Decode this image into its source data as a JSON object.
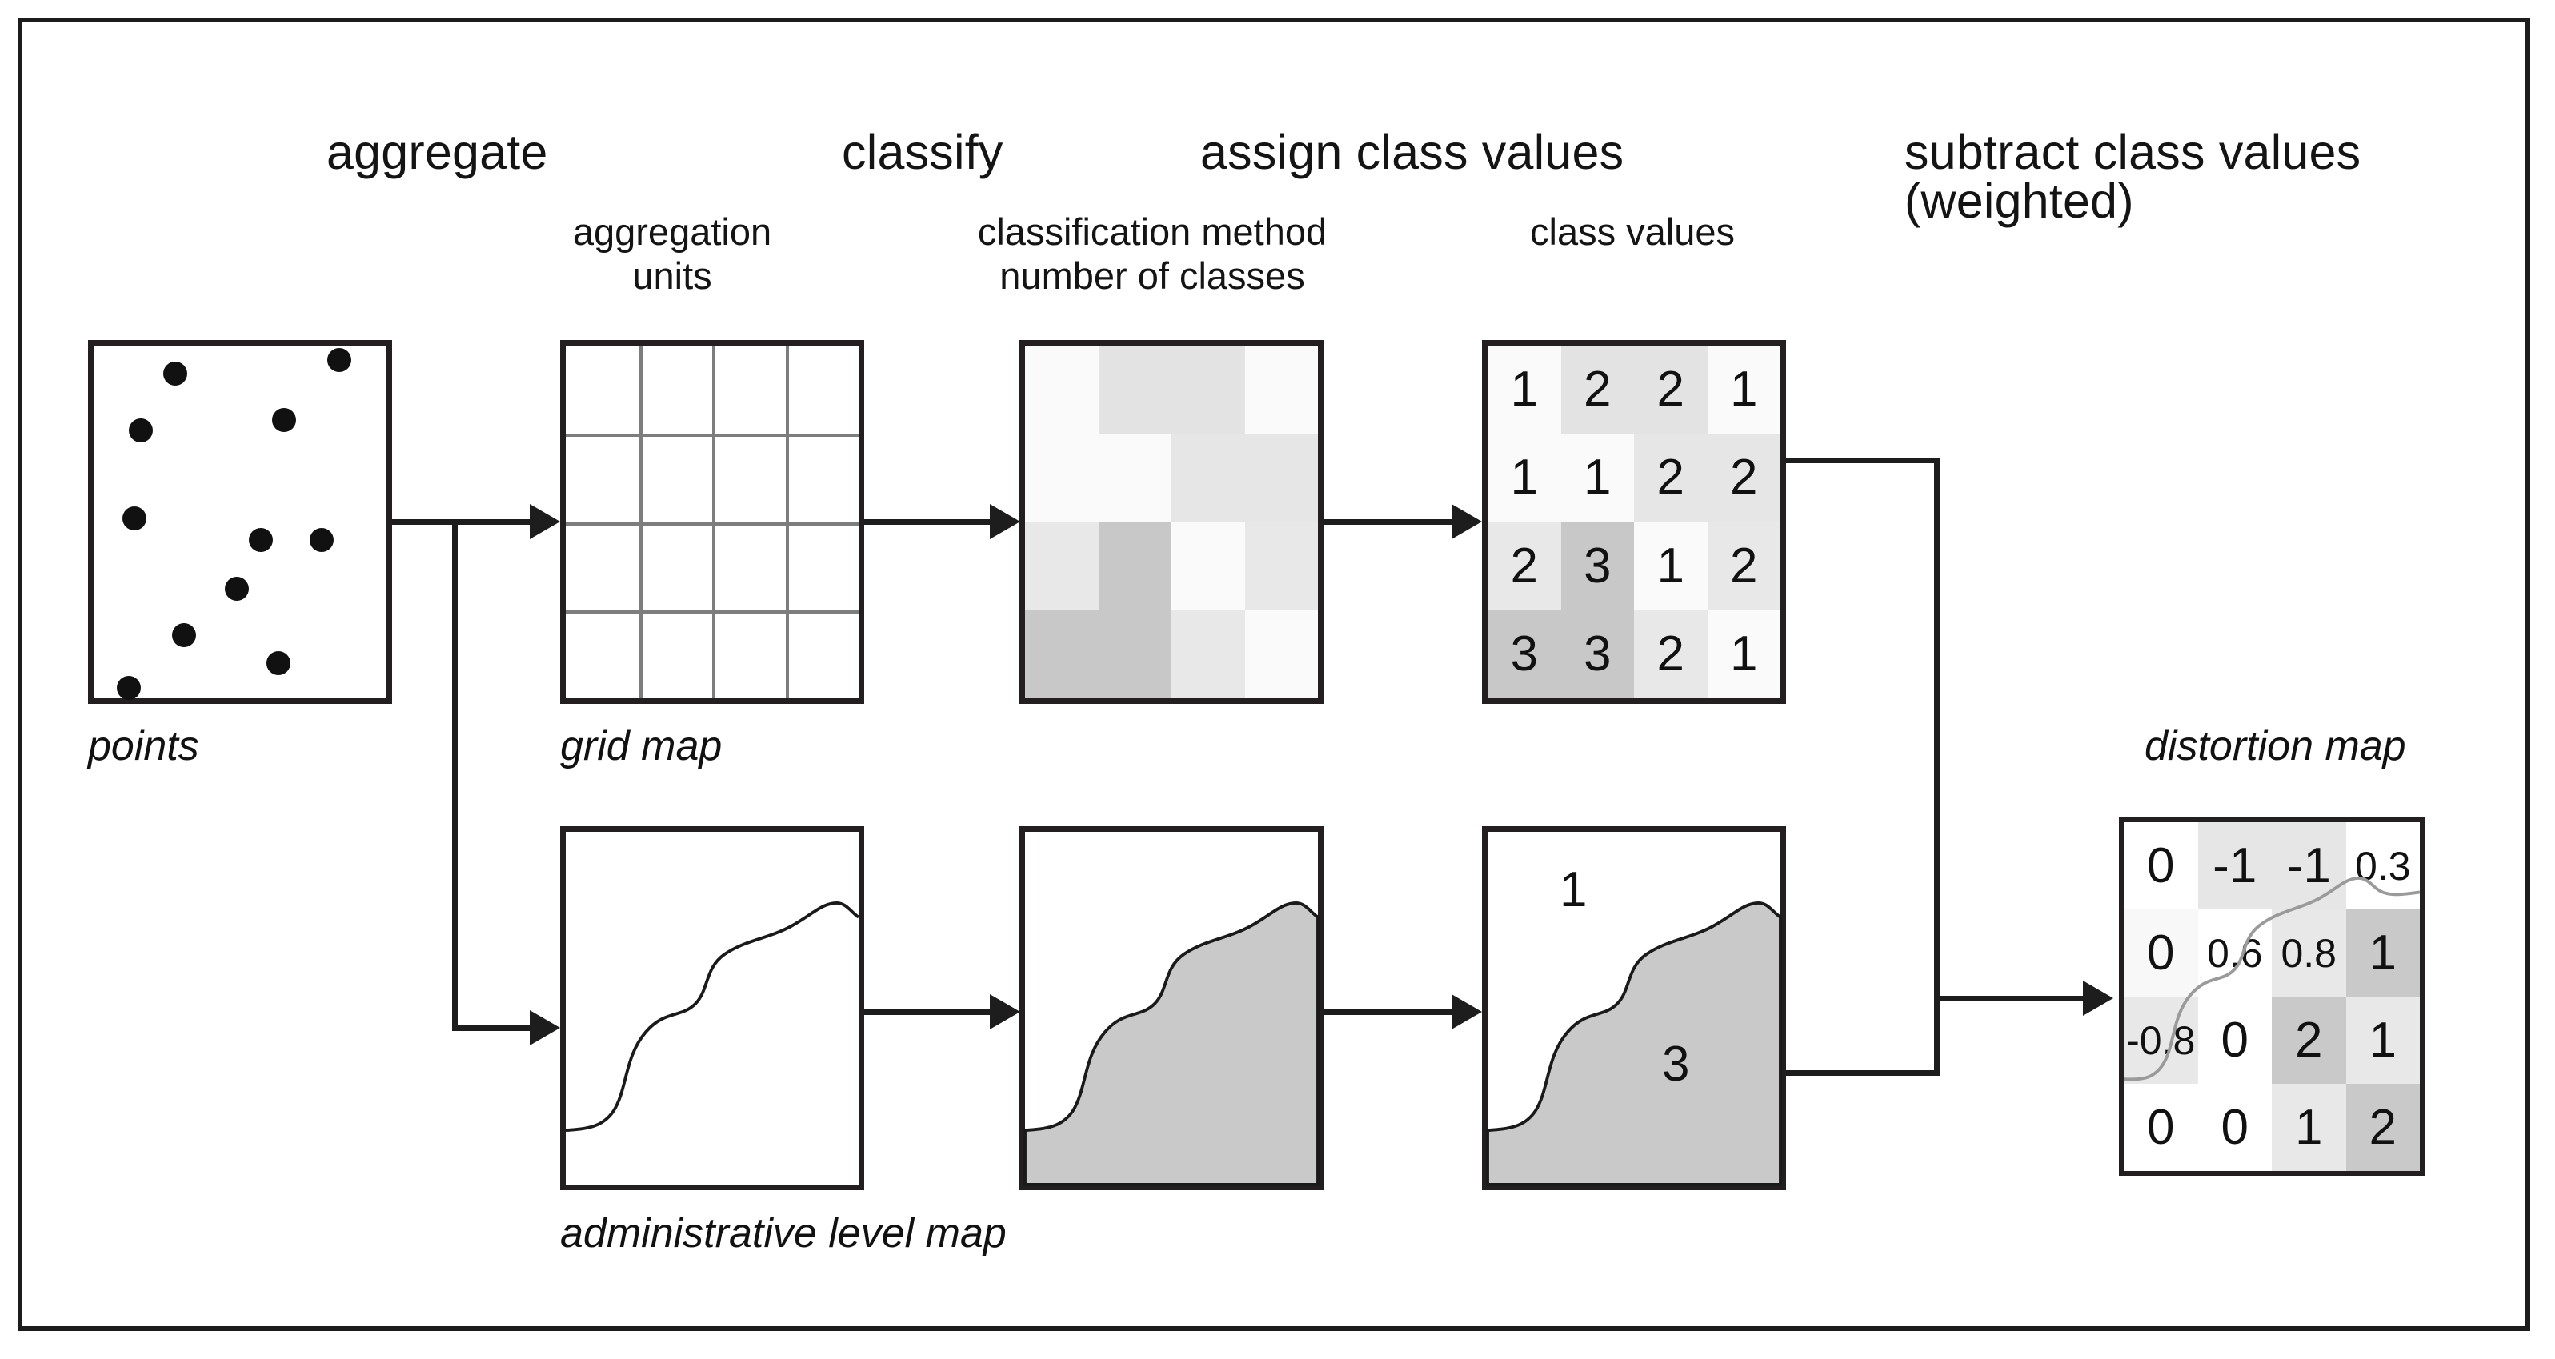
{
  "diagram": {
    "title": "distortion map workflow",
    "phases": [
      {
        "label": "aggregate"
      },
      {
        "label": "classify"
      },
      {
        "label": "assign class values"
      },
      {
        "label": "subtract class values\n(weighted)"
      }
    ],
    "subtitles": [
      {
        "label": "aggregation\nunits"
      },
      {
        "label": "classification method\nnumber of classes"
      },
      {
        "label": "class values"
      }
    ],
    "captions": {
      "points": "points",
      "grid_map": "grid map",
      "admin_map": "administrative level map",
      "distortion_map": "distortion map"
    },
    "points": {
      "count": 10,
      "coords": [
        [
          0.28,
          0.08
        ],
        [
          0.84,
          0.04
        ],
        [
          0.16,
          0.24
        ],
        [
          0.65,
          0.21
        ],
        [
          0.14,
          0.49
        ],
        [
          0.57,
          0.55
        ],
        [
          0.78,
          0.55
        ],
        [
          0.49,
          0.69
        ],
        [
          0.31,
          0.82
        ],
        [
          0.63,
          0.9
        ],
        [
          0.12,
          0.97
        ]
      ]
    },
    "grid": {
      "rows": 4,
      "cols": 4
    },
    "class_values": {
      "rows": [
        [
          "1",
          "2",
          "2",
          "1"
        ],
        [
          "1",
          "1",
          "2",
          "2"
        ],
        [
          "2",
          "3",
          "1",
          "2"
        ],
        [
          "3",
          "3",
          "2",
          "1"
        ]
      ],
      "shades": [
        [
          "#fafafa",
          "#e3e3e3",
          "#e3e3e3",
          "#fafafa"
        ],
        [
          "#fafafa",
          "#fafafa",
          "#e6e6e6",
          "#e6e6e6"
        ],
        [
          "#e8e8e8",
          "#c8c8c8",
          "#fafafa",
          "#e8e8e8"
        ],
        [
          "#c8c8c8",
          "#c8c8c8",
          "#e8e8e8",
          "#fafafa"
        ]
      ]
    },
    "classified_raster": {
      "shades": [
        [
          "#fafafa",
          "#e3e3e3",
          "#e3e3e3",
          "#fafafa"
        ],
        [
          "#fafafa",
          "#fafafa",
          "#e6e6e6",
          "#e6e6e6"
        ],
        [
          "#e8e8e8",
          "#c8c8c8",
          "#fafafa",
          "#e8e8e8"
        ],
        [
          "#c8c8c8",
          "#c8c8c8",
          "#e8e8e8",
          "#fafafa"
        ]
      ]
    },
    "admin_levels": {
      "upper_region_value": "1",
      "lower_region_value": "3",
      "fill": "#c9c9c9"
    },
    "distortion_map": {
      "rows": [
        [
          "0",
          "-1",
          "-1",
          "0.3"
        ],
        [
          "0",
          "0.6",
          "0.8",
          "1"
        ],
        [
          "-0.8",
          "0",
          "2",
          "1"
        ],
        [
          "0",
          "0",
          "1",
          "2"
        ]
      ],
      "small_cells": [
        [
          0,
          3
        ],
        [
          1,
          1
        ],
        [
          1,
          2
        ],
        [
          2,
          0
        ]
      ],
      "shades": [
        [
          "#ffffff",
          "#e6e6e6",
          "#e6e6e6",
          "#ffffff"
        ],
        [
          "#f8f8f8",
          "#ffffff",
          "#e8e8e8",
          "#c9c9c9"
        ],
        [
          "#e8e8e8",
          "#ffffff",
          "#c9c9c9",
          "#e8e8e8"
        ],
        [
          "#ffffff",
          "#ffffff",
          "#e8e8e8",
          "#c9c9c9"
        ]
      ]
    },
    "colors": {
      "outline": "#231f20",
      "frame": "#1c1c1c",
      "grid_line": "#7d7d7d",
      "connector": "#1d1d1d",
      "admin_fill": "#c9c9c9",
      "text": "#111111"
    }
  }
}
